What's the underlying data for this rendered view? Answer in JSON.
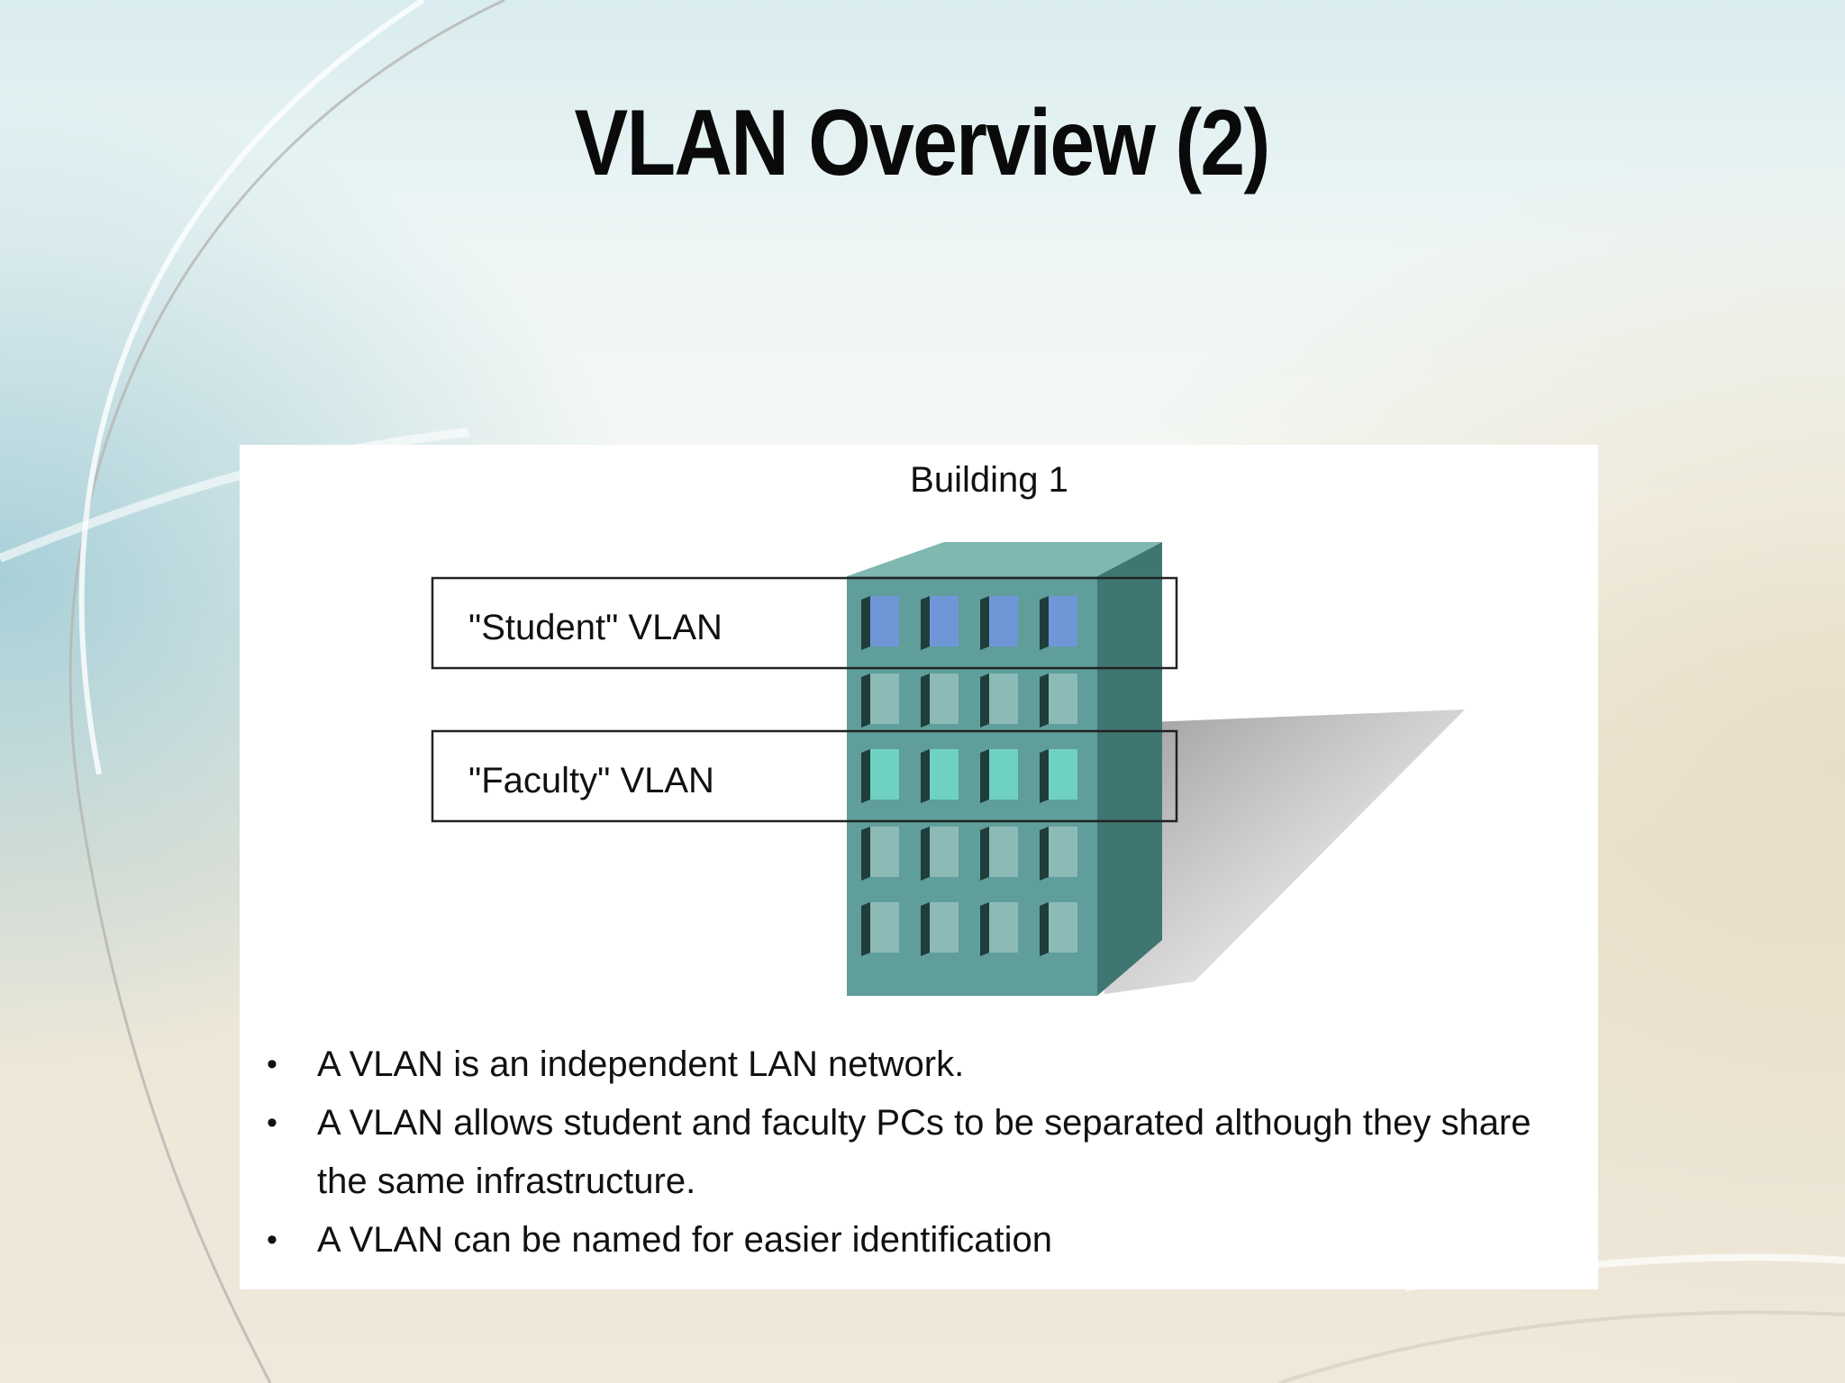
{
  "slide": {
    "title": "VLAN Overview (2)"
  },
  "diagram": {
    "building_label": "Building 1",
    "vlans": [
      {
        "label": "\"Student\" VLAN",
        "color": "#6f97d8"
      },
      {
        "label": "\"Faculty\" VLAN",
        "color": "#6fd2c0"
      }
    ],
    "building_color": "#5f9e9a"
  },
  "bullets": [
    {
      "text": "A VLAN is an independent LAN network."
    },
    {
      "text": "A VLAN allows student and faculty PCs to be separated although they share the same infrastructure."
    },
    {
      "text": "A VLAN can be named for easier identification"
    }
  ]
}
